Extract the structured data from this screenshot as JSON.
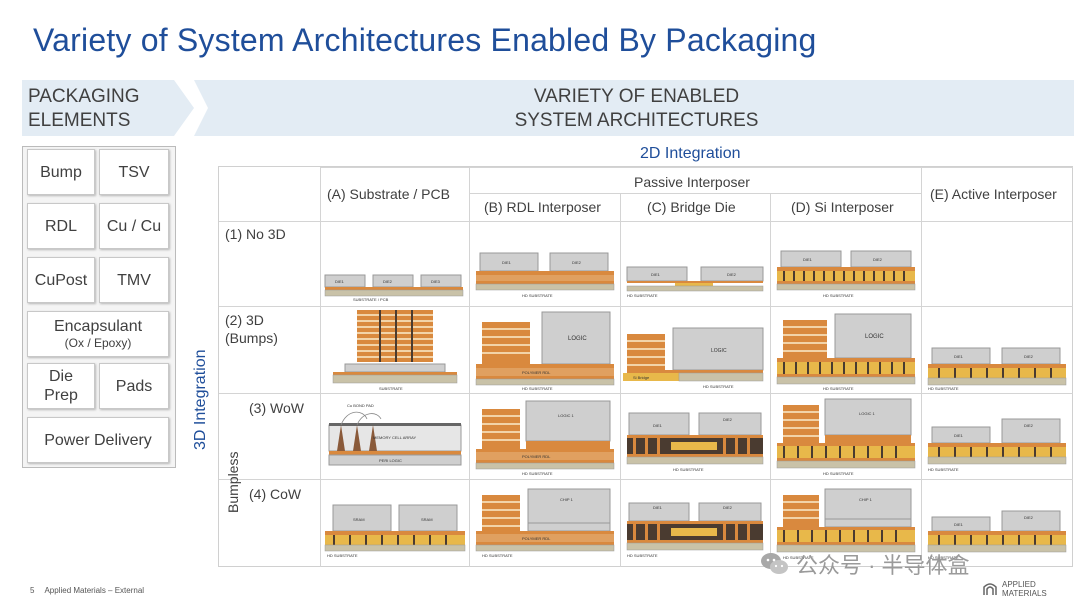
{
  "title": "Variety of System Architectures Enabled By Packaging",
  "banners": {
    "left": [
      "PACKAGING",
      "ELEMENTS"
    ],
    "right": [
      "VARIETY OF ENABLED",
      "SYSTEM ARCHITECTURES"
    ]
  },
  "elements": [
    {
      "id": "bump",
      "l1": "Bump"
    },
    {
      "id": "tsv",
      "l1": "TSV"
    },
    {
      "id": "rdl",
      "l1": "RDL"
    },
    {
      "id": "cu-cu",
      "l1": "Cu / Cu"
    },
    {
      "id": "cupost",
      "l1": "CuPost"
    },
    {
      "id": "tmv",
      "l1": "TMV"
    },
    {
      "id": "encapsulant",
      "l1": "Encapsulant",
      "l2": "(Ox / Epoxy)"
    },
    {
      "id": "die-prep",
      "l1": "Die",
      "l2b": "Prep"
    },
    {
      "id": "pads",
      "l1": "Pads"
    },
    {
      "id": "power-delivery",
      "l1": "Power Delivery"
    }
  ],
  "grid": {
    "integration_2d": "2D Integration",
    "passive_interposer": "Passive Interposer",
    "integration_3d": "3D Integration",
    "bumpless": "Bumpless",
    "columns": [
      "(A) Substrate / PCB",
      "(B) RDL Interposer",
      "(C) Bridge Die",
      "(D) Si Interposer",
      "(E) Active Interposer"
    ],
    "rows": [
      {
        "l1": "(1) No 3D"
      },
      {
        "l1": "(2) 3D",
        "l2": "(Bumps)"
      },
      {
        "l1": "(3) WoW"
      },
      {
        "l1": "(4) CoW"
      }
    ]
  },
  "diagram_labels": {
    "die1": "DIE1",
    "die2": "DIE2",
    "die3": "DIE3",
    "substrate_pcb": "SUBSTRATE / PCB",
    "hd_substrate": "HD SUBSTRATE",
    "substrate": "SUBSTRATE",
    "logic": "LOGIC",
    "logic1": "LOGIC 1",
    "polymer_rdl": "POLYMER RDL",
    "bridge": "Si Bridge",
    "sram": "SRAM",
    "memory_array": "MEMORY CELL ARRAY",
    "peri_logic": "PERI LOGIC",
    "cu_bond_pad": "Cu BOND PAD",
    "chip1": "CHIP 1"
  },
  "footer": {
    "page": "5",
    "text": "Applied Materials – External"
  },
  "watermark": "公众号 · 半导体盒",
  "logo": [
    "APPLIED",
    "MATERIALS"
  ],
  "colors": {
    "title": "#1f4e9a",
    "banner": "#e3ecf4",
    "copper": "#d9893e",
    "die": "#cfcfcf",
    "substrate": "#c9c2a8",
    "gold": "#e8b84a",
    "dark": "#4a3b30"
  }
}
